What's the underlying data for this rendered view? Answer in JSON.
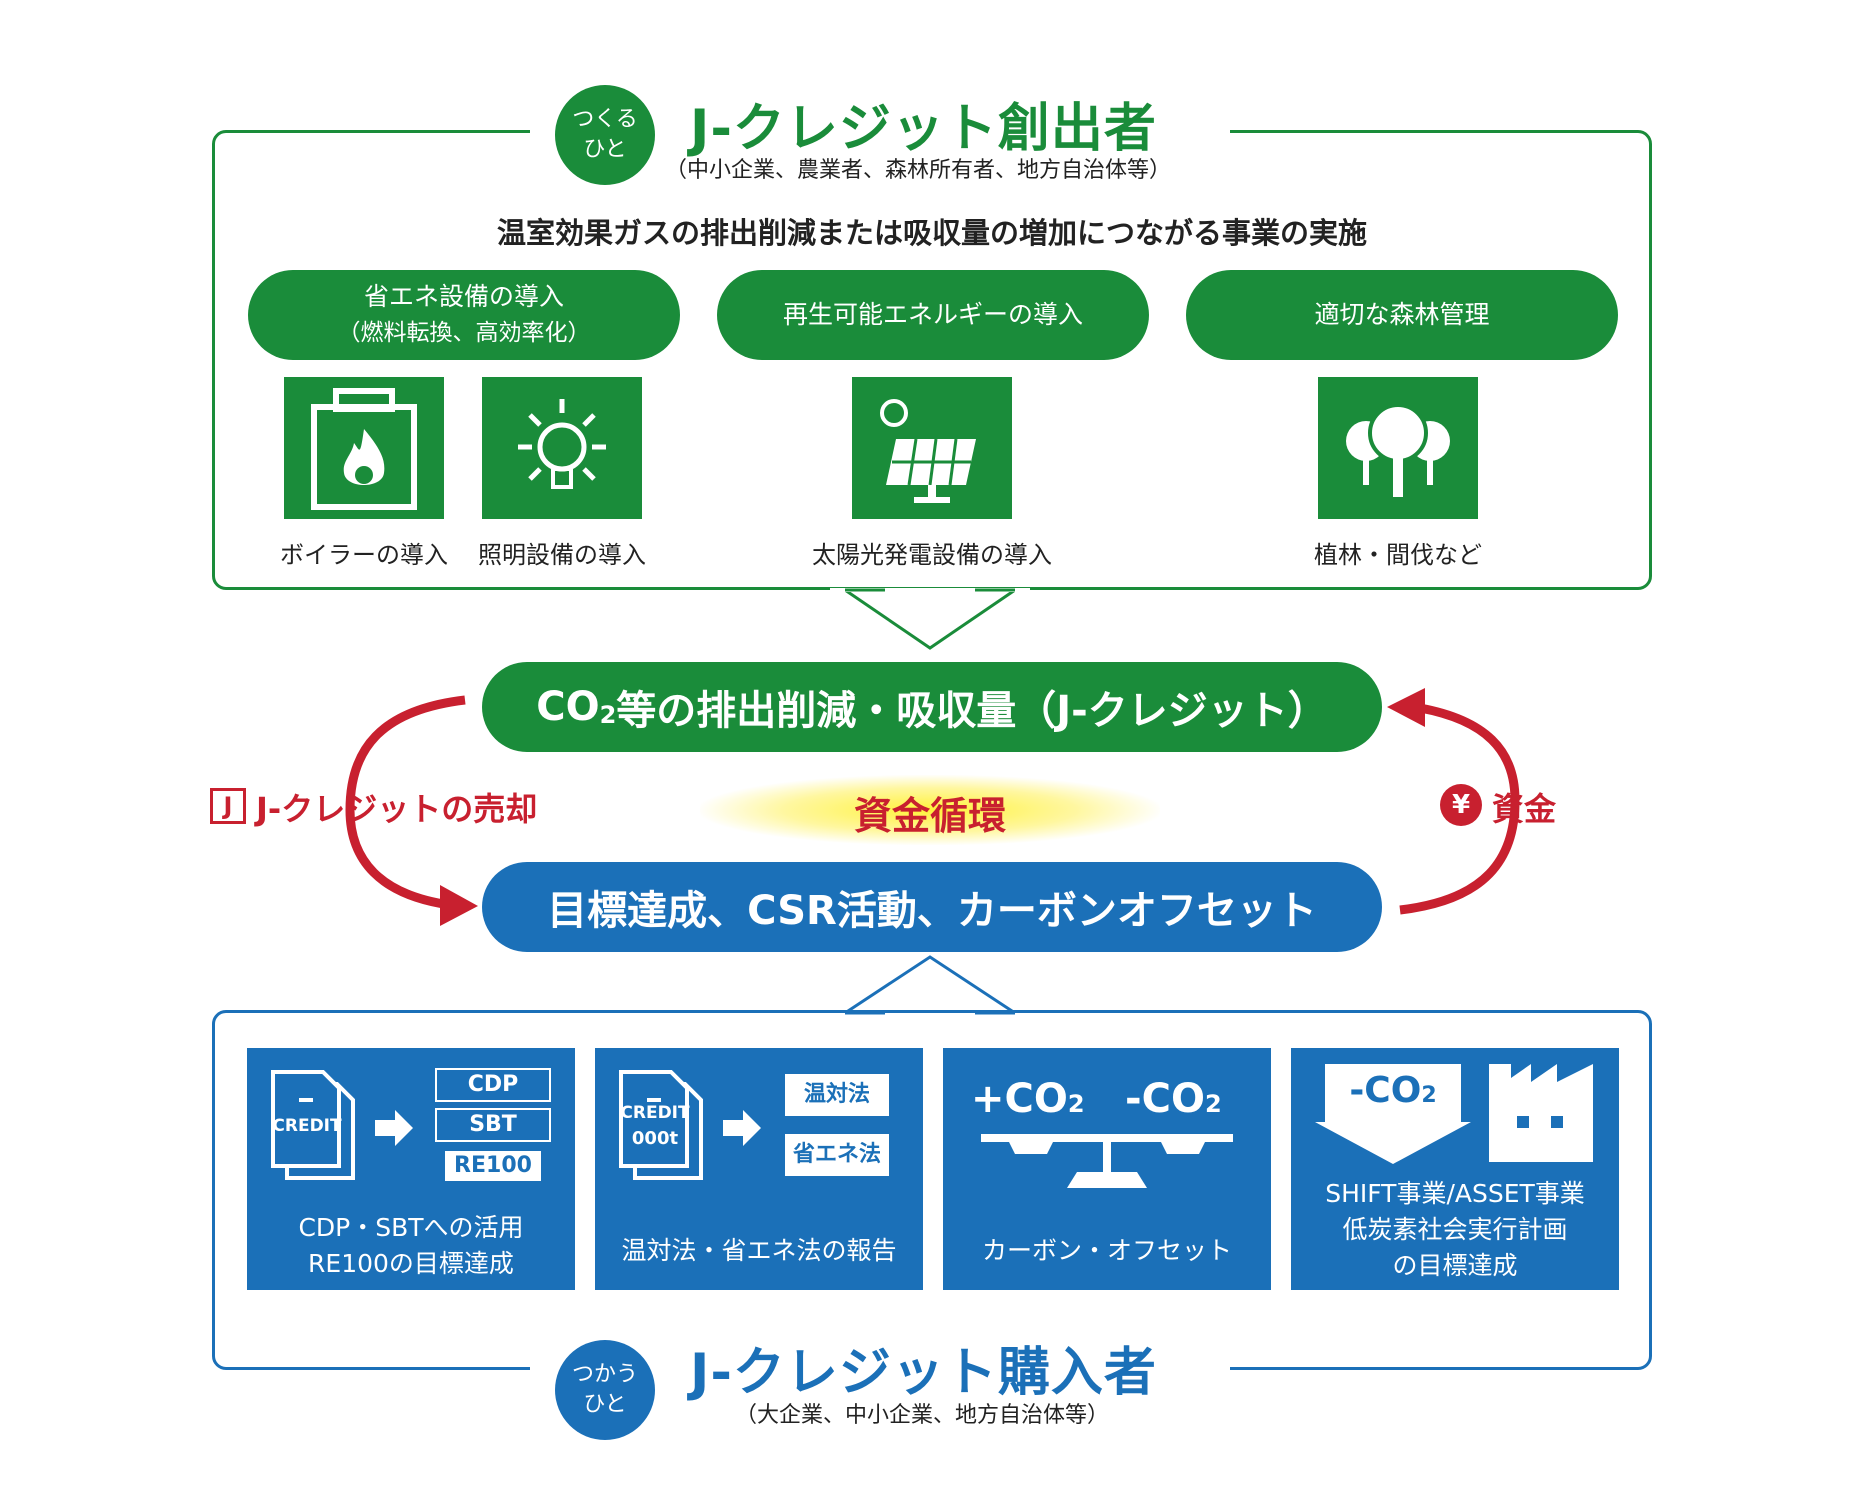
{
  "creator": {
    "circle_line1": "つくる",
    "circle_line2": "ひと",
    "title": "J-クレジット創出者",
    "subtitle": "（中小企業、農業者、森林所有者、地方自治体等）",
    "heading": "温室効果ガスの排出削減または吸収量の増加につながる事業の実施",
    "pills": [
      {
        "line1": "省エネ設備の導入",
        "line2": "（燃料転換、高効率化）"
      },
      {
        "line1": "再生可能エネルギーの導入",
        "line2": ""
      },
      {
        "line1": "適切な森林管理",
        "line2": ""
      }
    ],
    "icons": [
      {
        "icon": "boiler-icon",
        "caption": "ボイラーの導入"
      },
      {
        "icon": "lightbulb-icon",
        "caption": "照明設備の導入"
      },
      {
        "icon": "solar-panel-icon",
        "caption": "太陽光発電設備の導入"
      },
      {
        "icon": "trees-icon",
        "caption": "植林・間伐など"
      }
    ]
  },
  "center": {
    "credit_bar_prefix": "CO",
    "credit_bar_sub": "2",
    "credit_bar_rest": "等の排出削減・吸収量（J-クレジット）",
    "cycle_label": "資金循環",
    "sale_label": "J-クレジットの売却",
    "sale_icon_letter": "J",
    "fund_label": "資金",
    "fund_icon_symbol": "¥",
    "goal_bar": "目標達成、CSR活動、カーボンオフセット"
  },
  "buyer": {
    "circle_line1": "つかう",
    "circle_line2": "ひと",
    "title": "J-クレジット購入者",
    "subtitle": "（大企業、中小企業、地方自治体等）",
    "cards": [
      {
        "doc_label": "CREDIT",
        "tags": [
          "CDP",
          "SBT",
          "RE100"
        ],
        "caption1": "CDP・SBTへの活用",
        "caption2": "RE100の目標達成"
      },
      {
        "doc_label1": "CREDIT",
        "doc_label2": "000t",
        "tags": [
          "温対法",
          "省エネ法"
        ],
        "caption1": "温対法・省エネ法の報告"
      },
      {
        "plus_label": "+CO",
        "minus_label": "-CO",
        "sub": "2",
        "caption1": "カーボン・オフセット"
      },
      {
        "minus_label": "-CO",
        "sub": "2",
        "caption1": "SHIFT事業/ASSET事業",
        "caption2": "低炭素社会実行計画",
        "caption3": "の目標達成"
      }
    ]
  },
  "colors": {
    "green": "#1a8c3a",
    "blue": "#1b70b8",
    "red": "#c8202f"
  }
}
